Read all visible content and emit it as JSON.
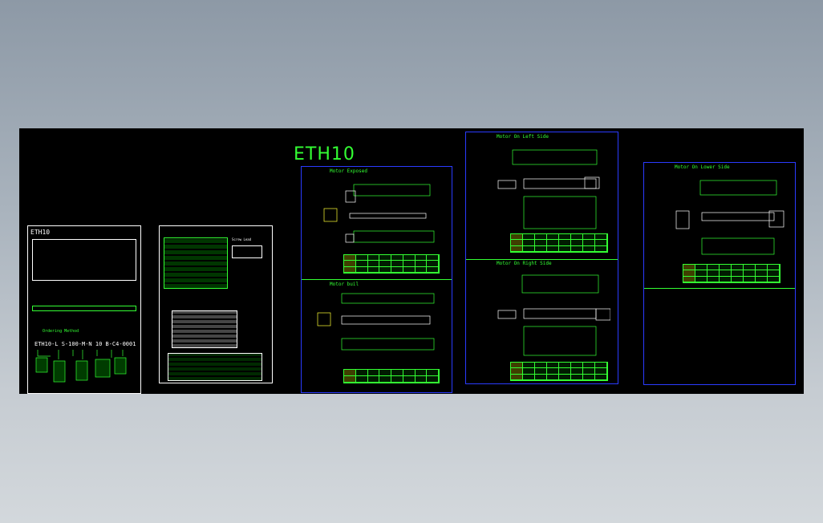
{
  "drawing": {
    "main_title": "ETH10",
    "cover_sheet": {
      "title": "ETH10",
      "ordering_label": "Ordering Method",
      "model_code": "ETH10-L S-100-M-N 10 B-C4-0001"
    },
    "spec_sheet": {
      "legend_label": "Screw Lead"
    },
    "sections": {
      "motor_exposed": "Motor Exposed",
      "motor_built_in": "Motor buil",
      "motor_left": "Motor On Left Side",
      "motor_right": "Motor On Right Side",
      "motor_lower": "Motor On Lower Side"
    },
    "colors": {
      "background": "#000000",
      "lines": "#33ff33",
      "frames": "#2a3bff",
      "text": "#ffffff"
    }
  }
}
